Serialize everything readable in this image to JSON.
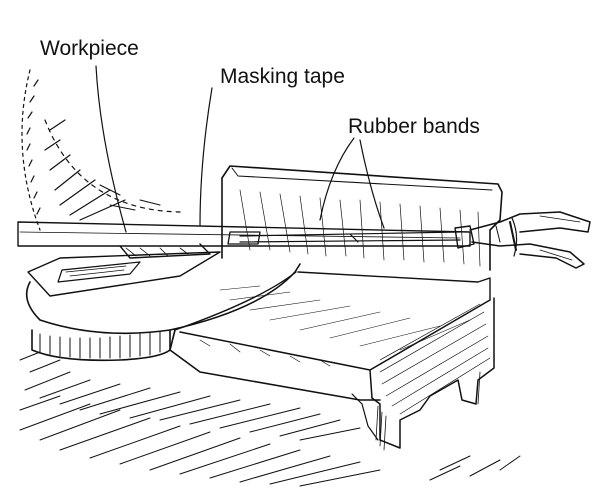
{
  "labels": {
    "workpiece": "Workpiece",
    "masking_tape": "Masking tape",
    "rubber_bands": "Rubber bands"
  },
  "colors": {
    "ink": "#111111",
    "paper": "#ffffff"
  }
}
